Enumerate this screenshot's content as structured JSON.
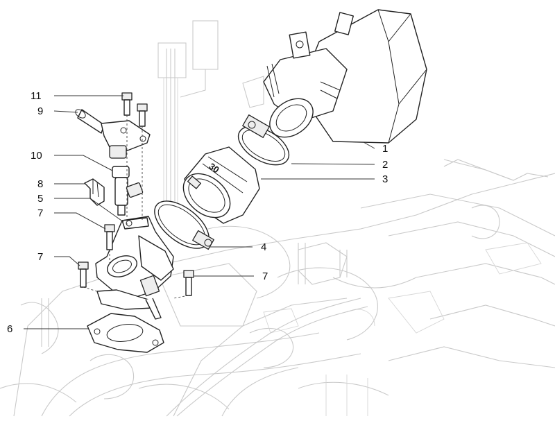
{
  "callouts": [
    {
      "id": "1",
      "label": "1"
    },
    {
      "id": "2",
      "label": "2"
    },
    {
      "id": "3",
      "label": "3"
    },
    {
      "id": "4",
      "label": "4"
    },
    {
      "id": "5",
      "label": "5"
    },
    {
      "id": "6",
      "label": "6"
    },
    {
      "id": "7a",
      "label": "7"
    },
    {
      "id": "7b",
      "label": "7"
    },
    {
      "id": "7c",
      "label": "7"
    },
    {
      "id": "8",
      "label": "8"
    },
    {
      "id": "9",
      "label": "9"
    },
    {
      "id": "10",
      "label": "10"
    },
    {
      "id": "11",
      "label": "11"
    }
  ],
  "parts": {
    "intake_sleeve_marking": "30"
  }
}
